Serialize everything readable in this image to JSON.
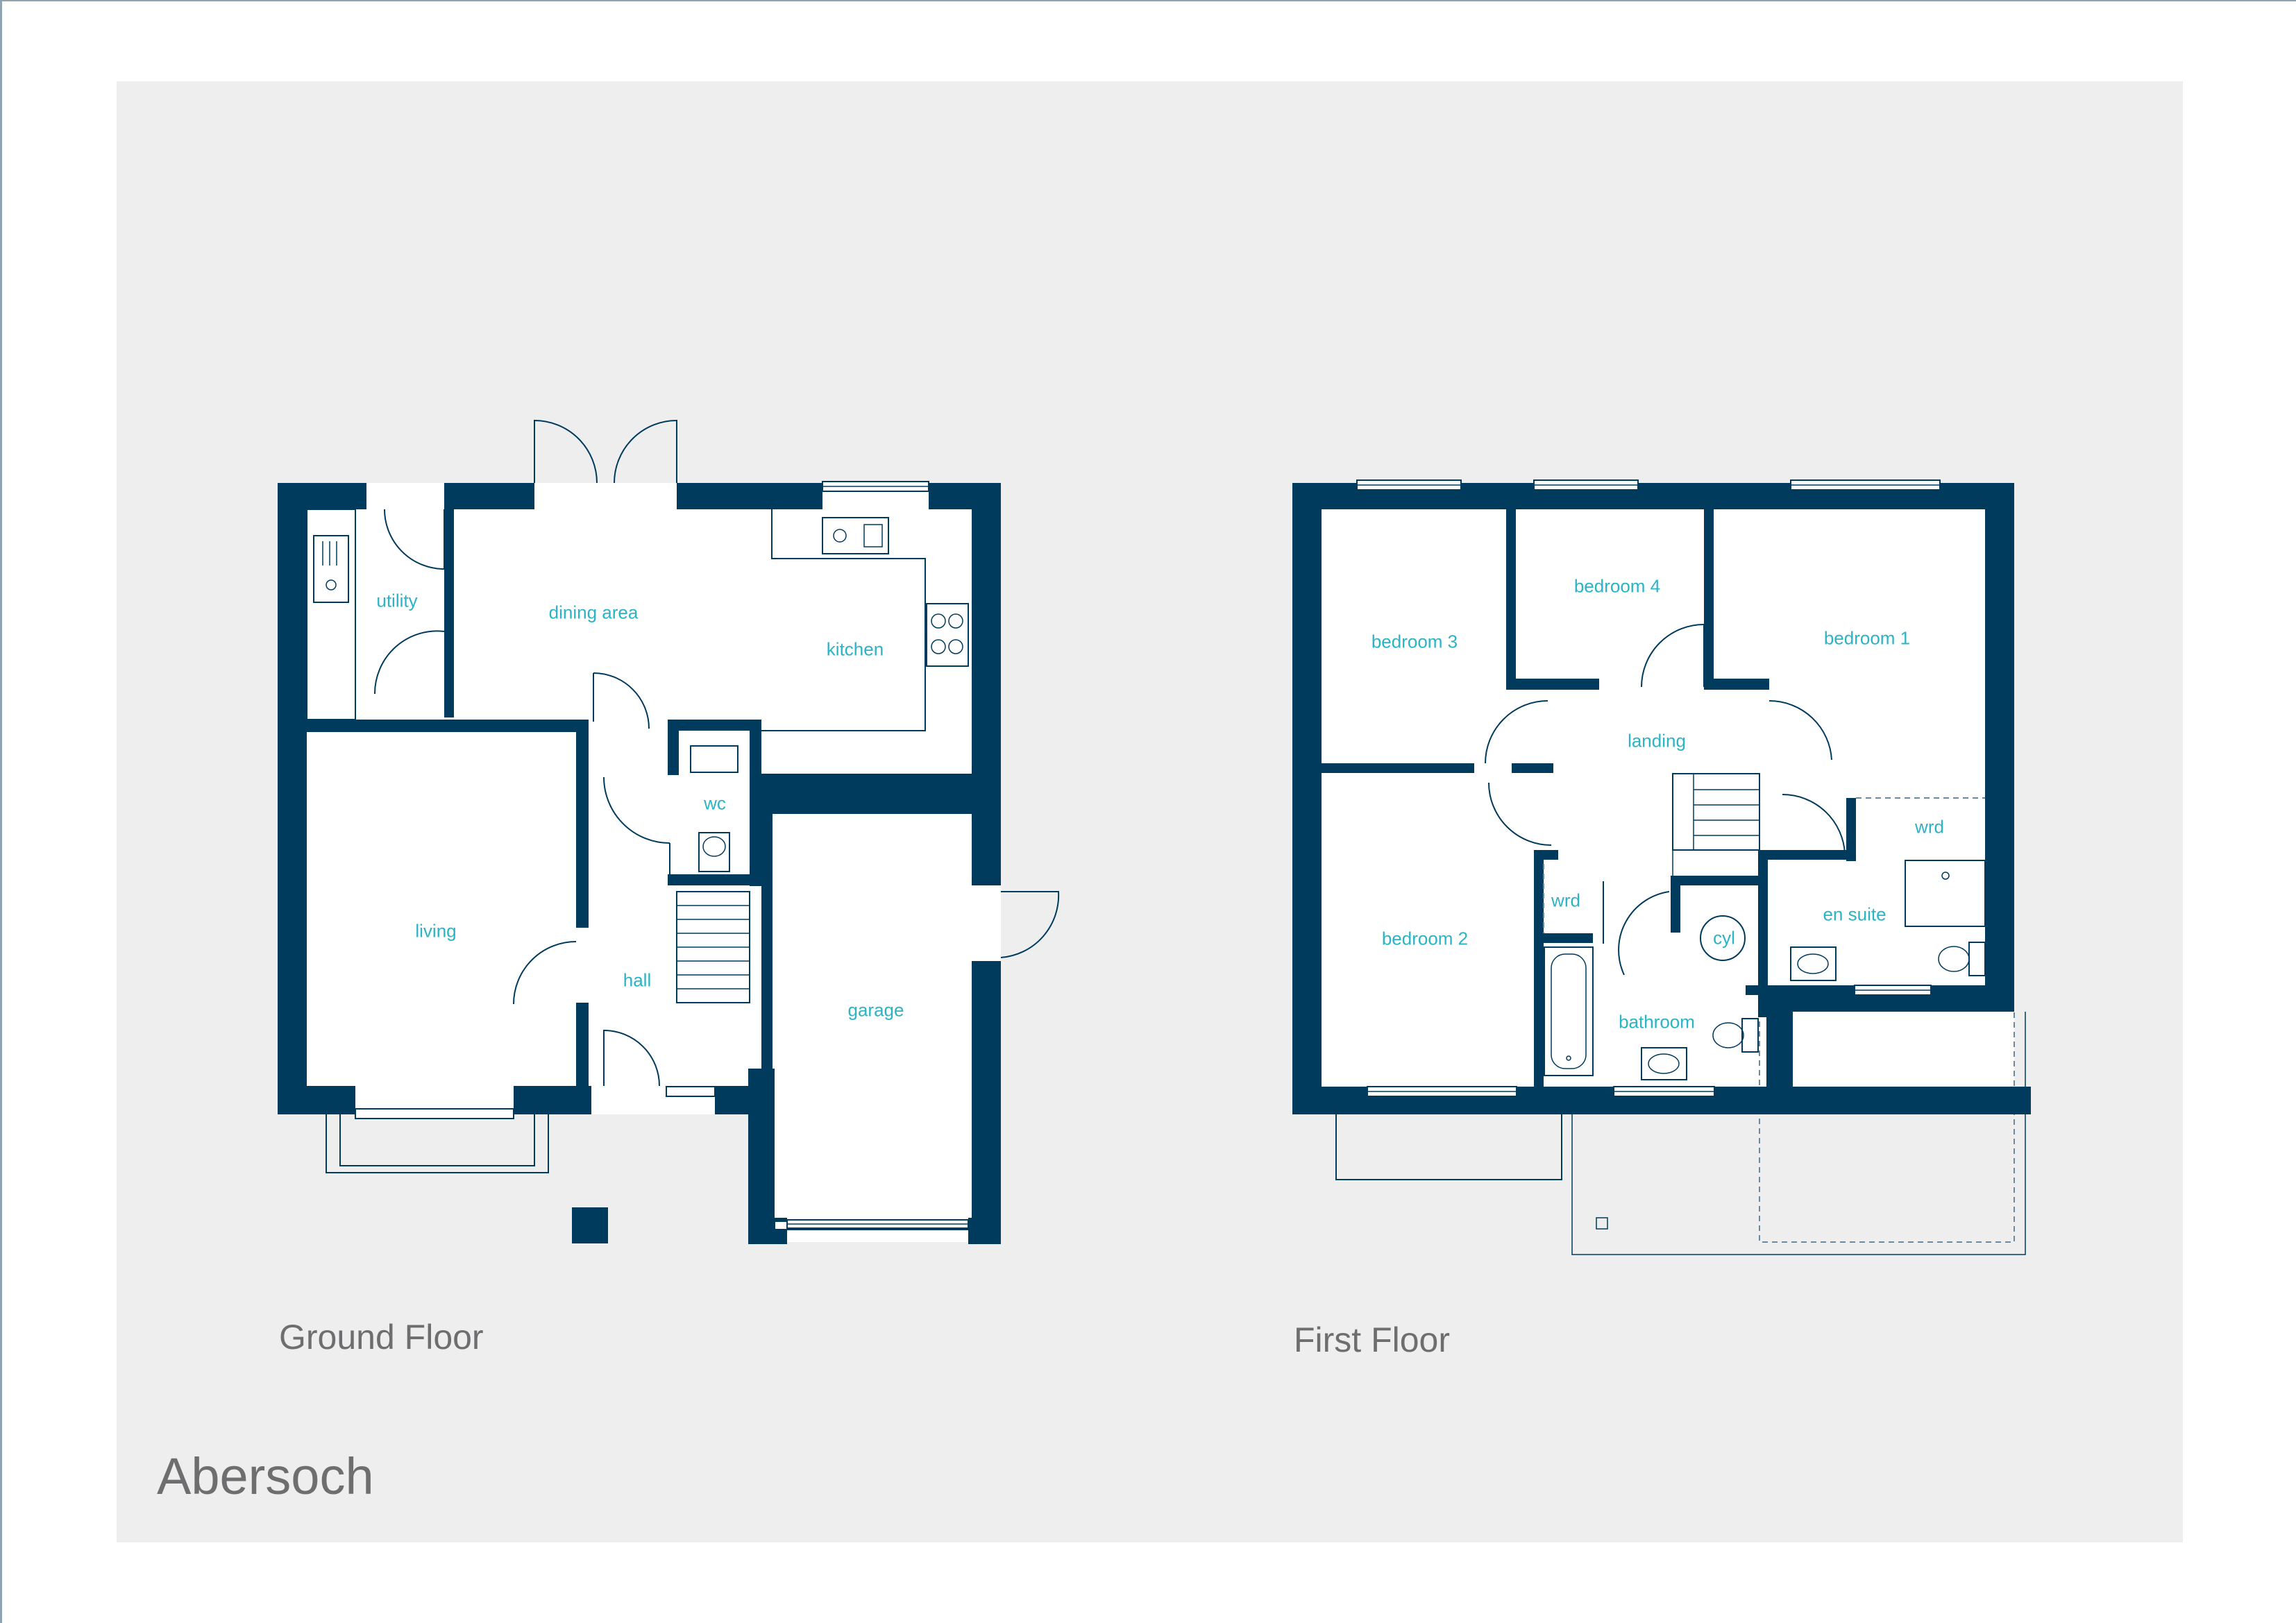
{
  "colors": {
    "wall": "#003a5d",
    "panel": "#eeeeef",
    "room_label": "#2bb3c6",
    "title": "#6e6e70",
    "line": "#003a5d"
  },
  "house_name": "Abersoch",
  "floors": {
    "ground": {
      "title": "Ground Floor",
      "rooms": {
        "utility": "utility",
        "dining_area": "dining area",
        "kitchen": "kitchen",
        "wc": "wc",
        "living": "living",
        "hall": "hall",
        "garage": "garage"
      }
    },
    "first": {
      "title": "First Floor",
      "rooms": {
        "bedroom_3": "bedroom 3",
        "bedroom_4": "bedroom 4",
        "bedroom_1": "bedroom 1",
        "landing": "landing",
        "wrd_1": "wrd",
        "wrd_2": "wrd",
        "bedroom_2": "bedroom 2",
        "cyl": "cyl",
        "en_suite": "en suite",
        "bathroom": "bathroom"
      }
    }
  }
}
